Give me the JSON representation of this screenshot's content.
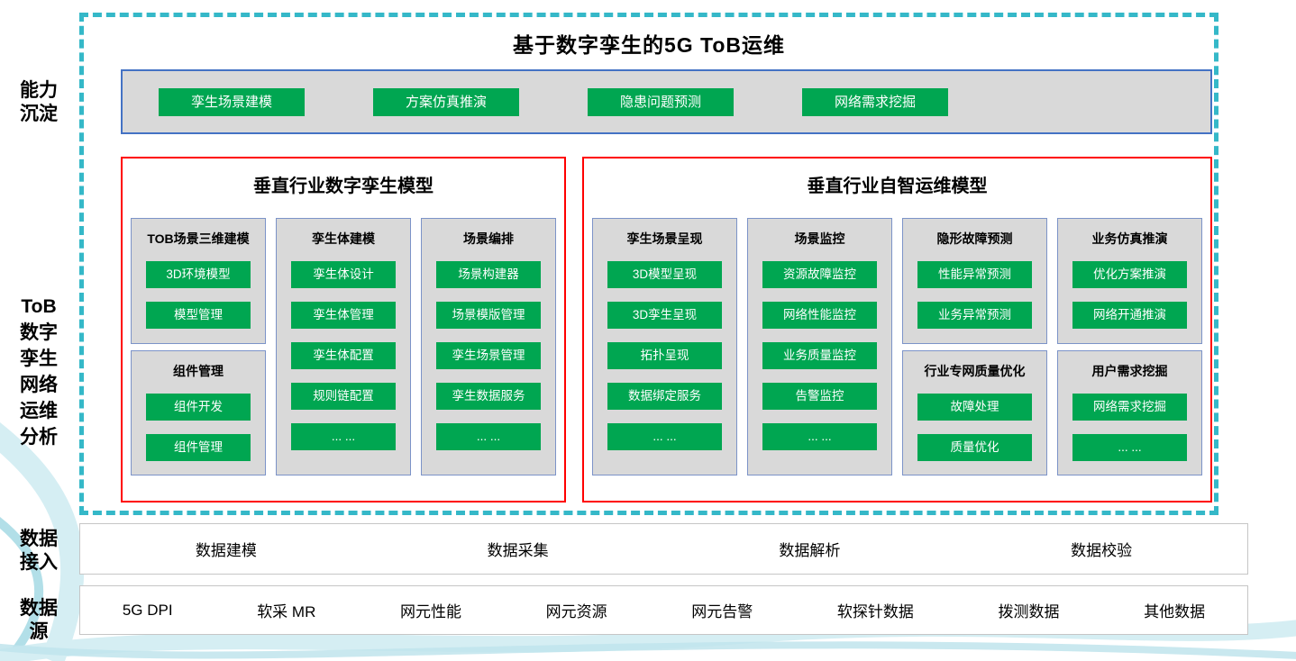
{
  "colors": {
    "accent_green": "#00A651",
    "panel_border_red": "#FF0000",
    "bar_border_blue": "#4472C4",
    "group_border_blue": "#7C93C8",
    "dashed_border_teal": "#35B8C8",
    "panel_gray": "#D9D9D9",
    "row_border_gray": "#C6C6C6",
    "decor_teal_light": "#D5EEF3",
    "decor_teal_dark": "#AADCE6"
  },
  "side_labels": {
    "capability": "能力\n沉淀",
    "tob_analysis": "ToB\n数字\n孪生\n网络\n运维\n分析",
    "data_access": "数据\n接入",
    "data_source": "数据\n源"
  },
  "header": {
    "title": "基于数字孪生的5G ToB运维",
    "capabilities": [
      "孪生场景建模",
      "方案仿真推演",
      "隐患问题预测",
      "网络需求挖掘"
    ]
  },
  "panels": [
    {
      "title": "垂直行业数字孪生模型",
      "columns": [
        {
          "groups": [
            {
              "header": "TOB场景三维建模",
              "items": [
                "3D环境模型",
                "模型管理"
              ]
            },
            {
              "header": "组件管理",
              "items": [
                "组件开发",
                "组件管理"
              ]
            }
          ]
        },
        {
          "groups": [
            {
              "header": "孪生体建模",
              "items": [
                "孪生体设计",
                "孪生体管理",
                "孪生体配置",
                "规则链配置",
                "... ..."
              ]
            }
          ]
        },
        {
          "groups": [
            {
              "header": "场景编排",
              "items": [
                "场景构建器",
                "场景模版管理",
                "孪生场景管理",
                "孪生数据服务",
                "... ..."
              ]
            }
          ]
        }
      ]
    },
    {
      "title": "垂直行业自智运维模型",
      "columns": [
        {
          "groups": [
            {
              "header": "孪生场景呈现",
              "items": [
                "3D模型呈现",
                "3D孪生呈现",
                "拓扑呈现",
                "数据绑定服务",
                "... ..."
              ]
            }
          ]
        },
        {
          "groups": [
            {
              "header": "场景监控",
              "items": [
                "资源故障监控",
                "网络性能监控",
                "业务质量监控",
                "告警监控",
                "... ..."
              ]
            }
          ]
        },
        {
          "groups": [
            {
              "header": "隐形故障预测",
              "items": [
                "性能异常预测",
                "业务异常预测"
              ]
            },
            {
              "header": "行业专网质量优化",
              "items": [
                "故障处理",
                "质量优化"
              ]
            }
          ]
        },
        {
          "groups": [
            {
              "header": "业务仿真推演",
              "items": [
                "优化方案推演",
                "网络开通推演"
              ]
            },
            {
              "header": "用户需求挖掘",
              "items": [
                "网络需求挖掘",
                "... ..."
              ]
            }
          ]
        }
      ]
    }
  ],
  "data_access_row": {
    "items": [
      "数据建模",
      "数据采集",
      "数据解析",
      "数据校验"
    ]
  },
  "data_source_row": {
    "items": [
      "5G DPI",
      "软采 MR",
      "网元性能",
      "网元资源",
      "网元告警",
      "软探针数据",
      "拨测数据",
      "其他数据"
    ]
  }
}
